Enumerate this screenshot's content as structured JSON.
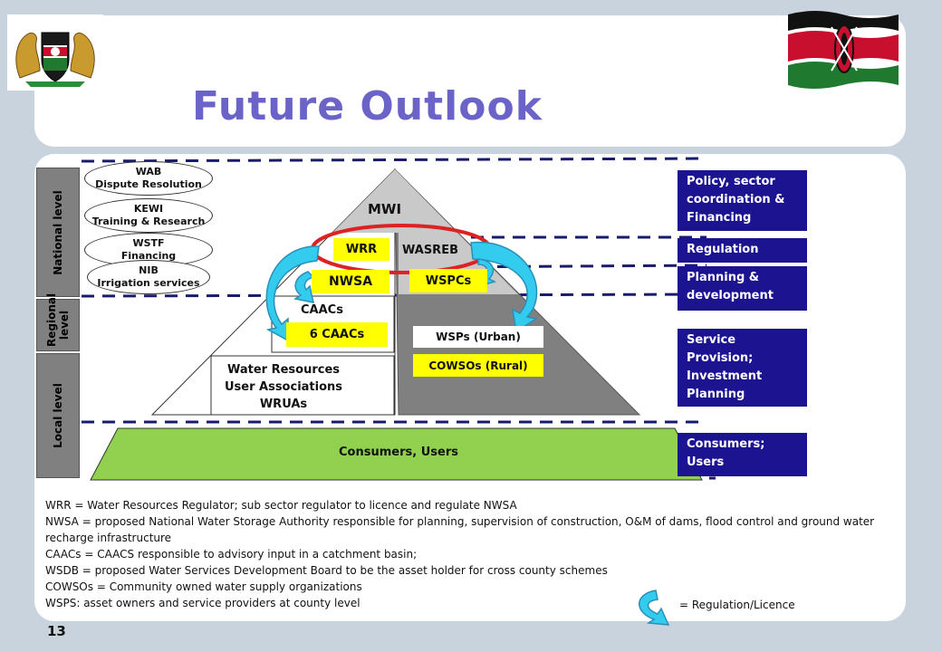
{
  "title": "Future Outlook",
  "slide_number": "13",
  "levels": {
    "national": "National level",
    "regional": "Regional level",
    "local": "Local level"
  },
  "national_bodies": [
    {
      "acronym": "WAB",
      "role": "Dispute Resolution"
    },
    {
      "acronym": "KEWI",
      "role": "Training & Research"
    },
    {
      "acronym": "WSTF",
      "role": "Financing"
    },
    {
      "acronym": "NIB",
      "role": "Irrigation services"
    }
  ],
  "pyramid": {
    "apex": "MWI",
    "wrr": "WRR",
    "wasreb": "WASREB",
    "nwsa": "NWSA",
    "wspcs": "WSPCs",
    "caacs_heading": "CAACs",
    "caacs_count": "6 CAACs",
    "wsps_urban": "WSPs (Urban)",
    "cowsos_rural": "COWSOs (Rural)",
    "wrua_lines": [
      "Water Resources",
      "User Associations",
      "WRUAs"
    ],
    "base": "Consumers, Users"
  },
  "functions": [
    {
      "name": "policy",
      "text": "Policy, sector coordination & Financing"
    },
    {
      "name": "regulation",
      "text": "Regulation"
    },
    {
      "name": "planning",
      "text": "Planning & development"
    },
    {
      "name": "service",
      "text": "Service Provision; Investment Planning"
    },
    {
      "name": "consumers",
      "text": "Consumers; Users"
    }
  ],
  "notes": [
    "WRR = Water Resources Regulator; sub sector regulator to licence and regulate NWSA",
    "NWSA = proposed National Water Storage Authority responsible for planning, supervision of construction, O&M of dams, flood control and ground water recharge infrastructure",
    "CAACs = CAACS  responsible to advisory input in a catchment basin;",
    "WSDB = proposed Water Services Development Board to be the asset holder for cross county schemes",
    "COWSOs  = Community owned water supply organizations",
    "WSPS:  asset owners and service providers at county level"
  ],
  "legend": "= Regulation/Licence",
  "colors": {
    "title": "#6b63c8",
    "function_box": "#1b138f",
    "highlight": "#ffff00",
    "base": "#92d050",
    "arrow": "#33ccee",
    "ring": "#dd2222",
    "right_pyramid": "#808080"
  }
}
